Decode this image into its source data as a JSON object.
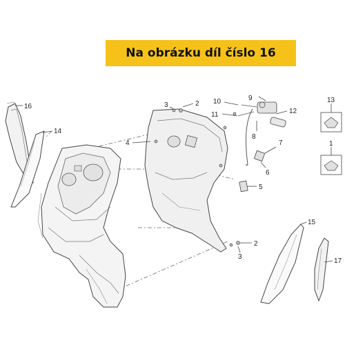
{
  "banner": {
    "text": "Na obrázku díl číslo 16",
    "color": "#f6c21a"
  },
  "colors": {
    "line": "#555555",
    "fill_light": "#f2f2f2",
    "fill_mid": "#e6e6e6"
  },
  "callouts": {
    "c1": "1",
    "c2a": "2",
    "c2b": "2",
    "c3a": "3",
    "c3b": "3",
    "c4": "4",
    "c5": "5",
    "c6": "6",
    "c7": "7",
    "c8": "8",
    "c9": "9",
    "c10": "10",
    "c11": "11",
    "c12": "12",
    "c13": "13",
    "c14": "14",
    "c15": "15",
    "c16": "16",
    "c17": "17"
  }
}
